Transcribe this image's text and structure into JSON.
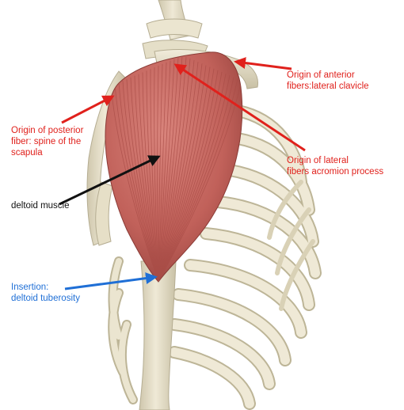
{
  "labels": {
    "anterior": {
      "line1": "Origin of anterior",
      "line2": "fibers:lateral clavicle"
    },
    "posterior": {
      "line1": "Origin of posterior",
      "line2": "fiber: spine of the",
      "line3": "scapula"
    },
    "lateral": {
      "line1": "Origin of lateral",
      "line2": "fibers acromion process"
    },
    "muscle": {
      "line1": "deltoid muscle"
    },
    "insertion": {
      "line1": "Insertion:",
      "line2": "deltoid tuberosity"
    }
  },
  "colors": {
    "origin_label": "#e0211c",
    "insertion_label": "#1f6fd6",
    "muscle_label": "#111111",
    "muscle": "#c8655e",
    "bone": "#e8e2cc"
  }
}
